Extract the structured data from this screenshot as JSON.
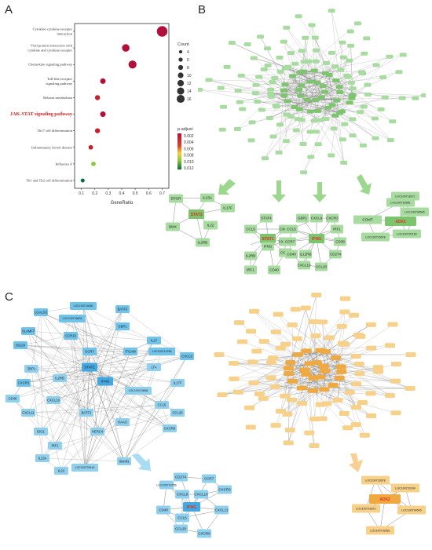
{
  "panels": {
    "a": "A",
    "b": "B",
    "c": "C"
  },
  "colors": {
    "green_node": "#a8dba0",
    "green_dark": "#7cc46e",
    "blue_node": "#8fd0ee",
    "blue_dark": "#43a7e0",
    "orange_node": "#f7d08a",
    "orange_dark": "#f0a940",
    "hub_text": "#e03020",
    "arrow_green": "#9bd88e",
    "arrow_blue": "#a8dcf2",
    "arrow_orange": "#f8cf94",
    "edge": "#5a5a5a"
  },
  "chart_data": {
    "type": "scatter",
    "title": "",
    "xlabel": "GeneRatio",
    "ylabel": "",
    "xlim": [
      0.05,
      0.75
    ],
    "xticks": [
      "0.1",
      "0.2",
      "0.3",
      "0.4",
      "0.5",
      "0.6",
      "0.7"
    ],
    "highlight": "JAK-STAT signaling pathway",
    "pathways": [
      {
        "name": "Cytokine-cytokine receptor interaction",
        "x": 0.7,
        "count": 16,
        "p": 0.0005
      },
      {
        "name": "Viral protein interaction with cytokine and cytokine receptor",
        "x": 0.43,
        "count": 10,
        "p": 0.0006
      },
      {
        "name": "Chemokine signaling pathway",
        "x": 0.48,
        "count": 11,
        "p": 0.0008
      },
      {
        "name": "Toll-like receptor signaling pathway",
        "x": 0.26,
        "count": 6,
        "p": 0.001
      },
      {
        "name": "Relaxin metabolism",
        "x": 0.22,
        "count": 5,
        "p": 0.0012
      },
      {
        "name": "JAK-STAT signaling pathway",
        "x": 0.26,
        "count": 6,
        "p": 0.0011
      },
      {
        "name": "Th17 cell differentiation",
        "x": 0.22,
        "count": 5,
        "p": 0.0012
      },
      {
        "name": "Inflammatory bowel disease",
        "x": 0.17,
        "count": 4,
        "p": 0.0015
      },
      {
        "name": "Influenza A",
        "x": 0.19,
        "count": 4,
        "p": 0.0085
      },
      {
        "name": "Th1 and Th2 cell differentiation",
        "x": 0.11,
        "count": 3,
        "p": 0.012
      }
    ],
    "legend_count": {
      "title": "Count",
      "values": [
        4,
        6,
        8,
        10,
        12,
        14,
        16
      ]
    },
    "legend_padj": {
      "title": "p.adjust",
      "ticks": [
        "0.002",
        "0.004",
        "0.006",
        "0.008",
        "0.010",
        "0.012"
      ]
    }
  },
  "modules_b": {
    "m1": {
      "hub": "STAT3",
      "nodes": [
        "EPOR",
        "IL23A",
        "IL17F",
        "IL22",
        "IL2RB",
        "BMX"
      ]
    },
    "m2": {
      "hub": "STAT1",
      "hub2": "IFNG",
      "nodes": [
        "STAT4",
        "CCL5",
        "CXCL9",
        "CXCL10",
        "CCR7",
        "IL2RB",
        "IRF1",
        "CD40"
      ]
    },
    "m3": {
      "hub": "IFNG",
      "nodes": [
        "CXCL9",
        "CCL5",
        "CCR7",
        "CD40",
        "CXCL10",
        "CCL20",
        "CD274",
        "CD38",
        "IRF1",
        "CXCR3",
        "GBP1",
        "IL12RB"
      ]
    },
    "m4": {
      "hub": "ADX2",
      "nodes": [
        "LOC100718371",
        "LOC100732581",
        "LOC100734545",
        "COMT",
        "LOC100720199",
        "LOC100723678"
      ]
    }
  },
  "network_c_blue": {
    "hubs": [
      "STAT1",
      "IFNG"
    ],
    "nodes": [
      "LGALS3",
      "LOC100714630",
      "BATF3",
      "SLAMF7",
      "LOC100716603",
      "GBP1",
      "ISG20",
      "CCR10",
      "CCR7",
      "IL27",
      "LOC100714756",
      "ITGAM",
      "CXCL9",
      "CXCR3",
      "ZBP1",
      "LTA",
      "CD40",
      "IL2RB",
      "IL17F",
      "CXCL10",
      "LOC100715666",
      "CCL5",
      "CXCL11",
      "IDO1",
      "BATF2",
      "CCL20",
      "IRF1",
      "HAAO",
      "CXCR6",
      "IL23A",
      "HERC4",
      "IL22",
      "SOCS1",
      "PRF1",
      "LOC100733416",
      "Slamf1"
    ]
  },
  "module_c_blue": {
    "hub": "IFNG",
    "nodes": [
      "CD274",
      "LOC100714756",
      "CCR7",
      "CXCL9",
      "CXCL10",
      "CXCR3",
      "CD40",
      "CCL5",
      "CXCL11",
      "CCL20",
      "CXCR6"
    ]
  },
  "module_c_orange": {
    "hub": "ADX2",
    "nodes": [
      "LOC100723678",
      "LOC100720199",
      "LOC100718371",
      "LOC100734545",
      "LOC100732581"
    ]
  }
}
